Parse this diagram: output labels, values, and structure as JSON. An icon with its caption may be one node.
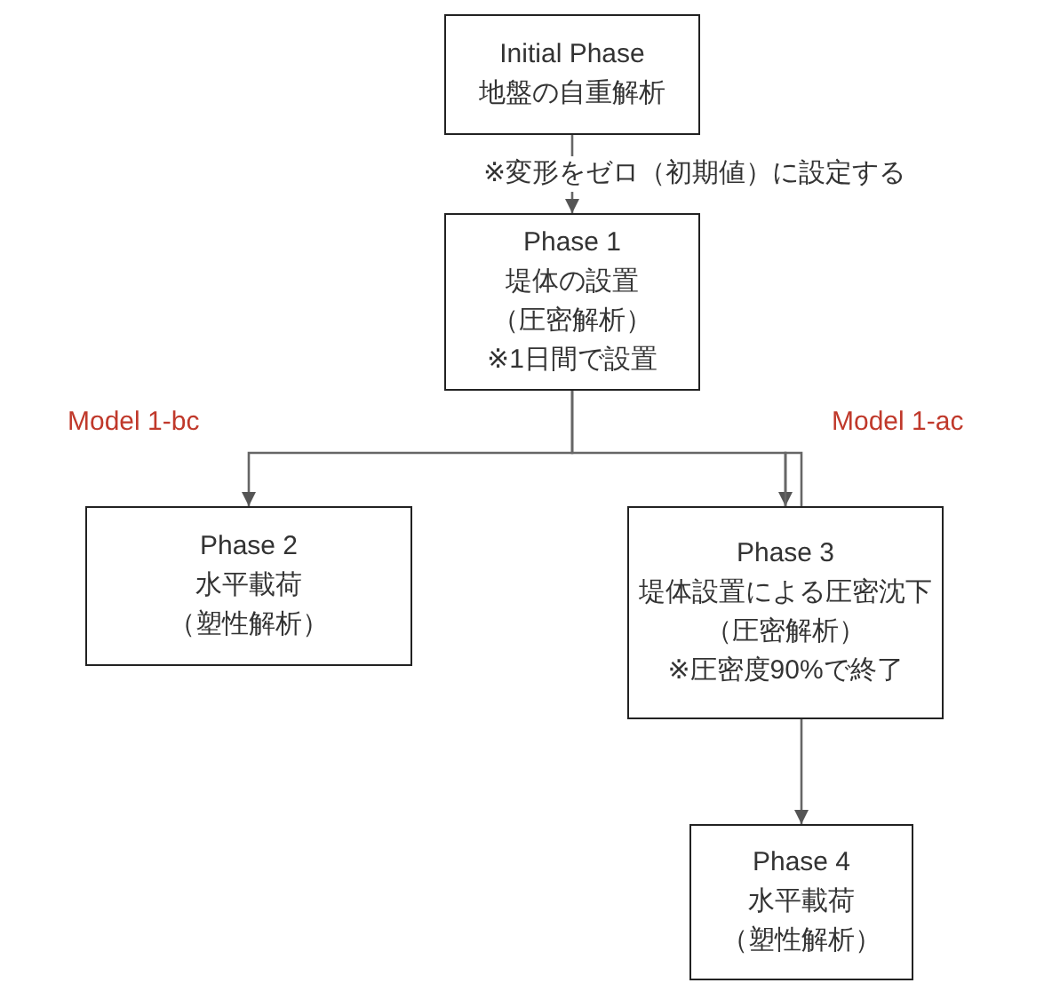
{
  "diagram": {
    "nodes": [
      {
        "text": [
          "Initial Phase",
          "地盤の自重解析"
        ]
      },
      {
        "text": [
          "Phase 1",
          "堤体の設置",
          "（圧密解析）",
          "※1日間で設置"
        ]
      },
      {
        "text": [
          "Phase 2",
          "水平載荷",
          "（塑性解析）"
        ]
      },
      {
        "text": [
          "Phase 3",
          "堤体設置による圧密沈下",
          "（圧密解析）",
          "※圧密度90%で終了"
        ]
      },
      {
        "text": [
          "Phase 4",
          "水平載荷",
          "（塑性解析）"
        ]
      }
    ],
    "edges": [
      {
        "from": 0,
        "to": 1,
        "arrow": "to",
        "label": "※変形をゼロ（初期値）に設定する"
      },
      {
        "from": 1,
        "to": 2,
        "arrow": "to",
        "label": "Model 1-bc"
      },
      {
        "from": 1,
        "to": 3,
        "arrow": "to",
        "label": "Model 1-ac"
      },
      {
        "from": 3,
        "to": 4,
        "arrow": "to"
      }
    ]
  }
}
